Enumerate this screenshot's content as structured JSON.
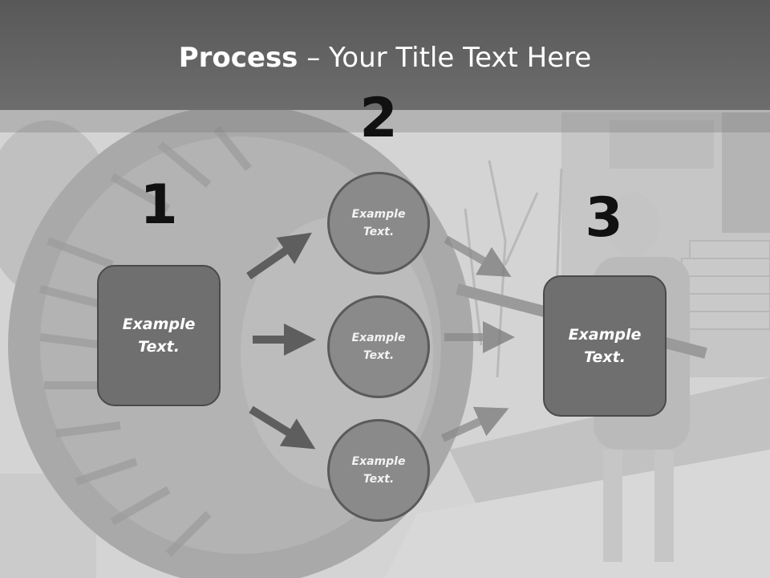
{
  "title": {
    "bold": "Process",
    "rest": " – Your Title Text Here"
  },
  "steps": [
    {
      "number": "1",
      "label": "Example Text."
    },
    {
      "number": "2",
      "label": "Example Text."
    },
    {
      "number": "3",
      "label": "Example Text."
    }
  ],
  "circles": [
    {
      "label": "Example Text."
    },
    {
      "label": "Example Text."
    },
    {
      "label": "Example Text."
    }
  ],
  "colors": {
    "title_bar": "#5f5f5f",
    "box_fill": "#6f6f6f",
    "circle_fill": "#8a8a8a",
    "arrow": "#5e5e5e",
    "number": "#111111"
  }
}
